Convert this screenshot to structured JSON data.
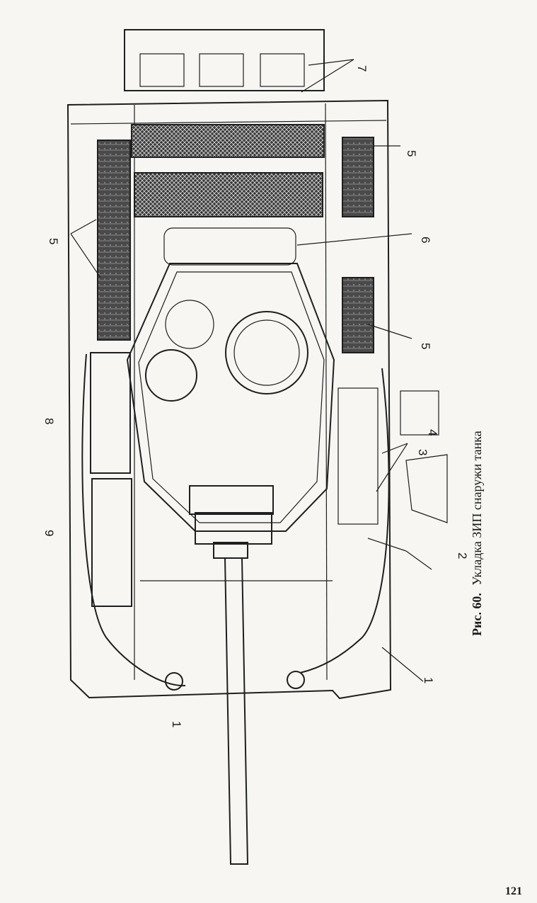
{
  "figure": {
    "caption_prefix": "Рис. 60.",
    "caption_text": "Укладка ЗИП снаружи танка"
  },
  "callouts": [
    {
      "id": "c1a",
      "label": "1"
    },
    {
      "id": "c1b",
      "label": "1"
    },
    {
      "id": "c2",
      "label": "2"
    },
    {
      "id": "c3",
      "label": "3"
    },
    {
      "id": "c4",
      "label": "4"
    },
    {
      "id": "c5a",
      "label": "5"
    },
    {
      "id": "c5b",
      "label": "5"
    },
    {
      "id": "c5c",
      "label": "5"
    },
    {
      "id": "c6",
      "label": "6"
    },
    {
      "id": "c7",
      "label": "7"
    },
    {
      "id": "c8",
      "label": "8"
    },
    {
      "id": "c9",
      "label": "9"
    }
  ],
  "page_number": "121"
}
